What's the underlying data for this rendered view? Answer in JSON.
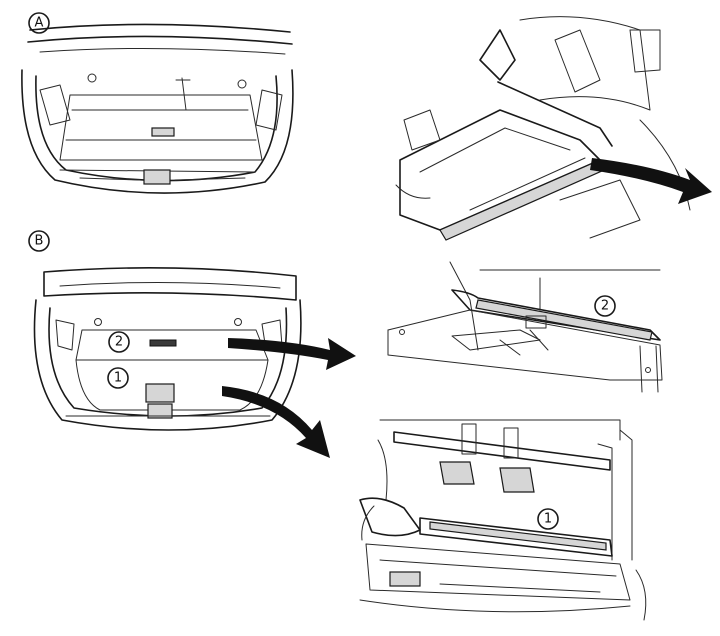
{
  "section_labels": {
    "a": "A",
    "b": "B"
  },
  "part_labels": {
    "one": "1",
    "two": "2"
  },
  "colors": {
    "line": "#1a1a1a",
    "shade": "#d6d6d6",
    "arrow": "#111111",
    "background": "#ffffff"
  }
}
